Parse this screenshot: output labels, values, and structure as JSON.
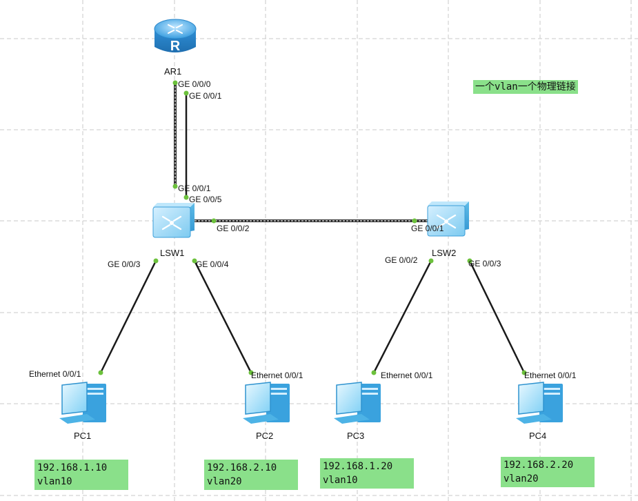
{
  "note": "一个vlan一个物理链接",
  "devices": {
    "ar1": "AR1",
    "lsw1": "LSW1",
    "lsw2": "LSW2",
    "pc1": "PC1",
    "pc2": "PC2",
    "pc3": "PC3",
    "pc4": "PC4"
  },
  "ports": {
    "ar1_ge000": "GE 0/0/0",
    "ar1_ge001": "GE 0/0/1",
    "lsw1_ge001": "GE 0/0/1",
    "lsw1_ge005": "GE 0/0/5",
    "lsw1_ge002": "GE 0/0/2",
    "lsw1_ge003": "GE 0/0/3",
    "lsw1_ge004": "GE 0/0/4",
    "lsw2_ge001": "GE 0/0/1",
    "lsw2_ge002": "GE 0/0/2",
    "lsw2_ge003": "GE 0/0/3",
    "pc1_eth": "Ethernet 0/0/1",
    "pc2_eth": "Ethernet 0/0/1",
    "pc3_eth": "Ethernet 0/0/1",
    "pc4_eth": "Ethernet 0/0/1"
  },
  "hosts": {
    "pc1": {
      "ip": "192.168.1.10",
      "vlan": "vlan10"
    },
    "pc2": {
      "ip": "192.168.2.10",
      "vlan": "vlan20"
    },
    "pc3": {
      "ip": "192.168.1.20",
      "vlan": "vlan10"
    },
    "pc4": {
      "ip": "192.168.2.20",
      "vlan": "vlan20"
    }
  },
  "colors": {
    "note_bg": "#8ae08a",
    "port_dot": "#6cc13c",
    "router": "#3a9ee0",
    "switch": "#5fbce8",
    "pc": "#5ab8e8"
  }
}
